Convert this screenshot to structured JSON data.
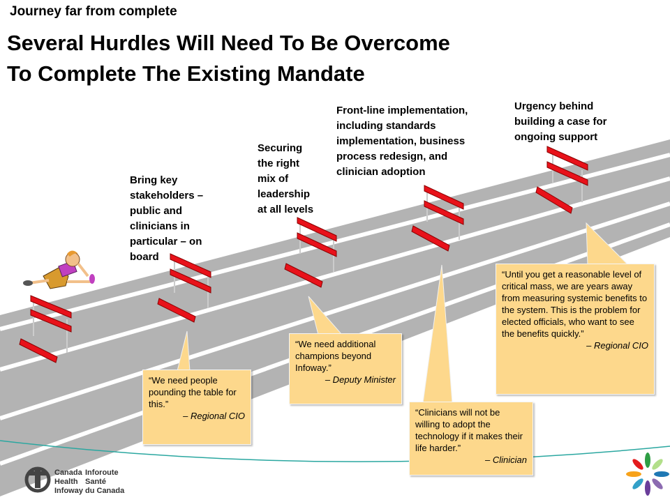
{
  "header": {
    "subtitle": "Journey far from complete",
    "title_line1": "Several Hurdles Will Need To Be Overcome",
    "title_line2": "To Complete The Existing Mandate"
  },
  "hurdles": [
    {
      "label_lines": [
        "Bring key",
        "stakeholders –",
        "public and",
        "clinicians in",
        "particular – on",
        "board"
      ]
    },
    {
      "label_lines": [
        "Securing",
        "the right",
        "mix of",
        "leadership",
        "at all levels"
      ]
    },
    {
      "label_lines": [
        "Front-line implementation,",
        "including standards",
        "implementation, business",
        "process redesign, and",
        "clinician adoption"
      ]
    },
    {
      "label_lines": [
        "Urgency behind",
        "building a case for",
        "ongoing support"
      ]
    }
  ],
  "quotes": [
    {
      "text": "“We need people pounding the table for this.”",
      "attribution": "– Regional CIO"
    },
    {
      "text": "“We need additional champions beyond Infoway.”",
      "attribution": "– Deputy Minister"
    },
    {
      "text": "“Clinicians will not be willing to adopt the technology if it makes their life harder.”",
      "attribution": "– Clinician"
    },
    {
      "text": "“Until you get a reasonable level of critical mass, we are years away from measuring systemic benefits to the system. This is the problem for elected officials, who want to see the benefits quickly.”",
      "attribution": "– Regional CIO"
    }
  ],
  "logo": {
    "en_lines": [
      "Canada",
      "Health",
      "Infoway"
    ],
    "fr_lines": [
      "Inforoute",
      "Santé",
      "du Canada"
    ]
  },
  "colors": {
    "hurdle_red": "#e8121a",
    "track_gray": "#b3b3b3",
    "quote_fill": "#fdd88c",
    "footer_arc": "#2aa7a0"
  }
}
